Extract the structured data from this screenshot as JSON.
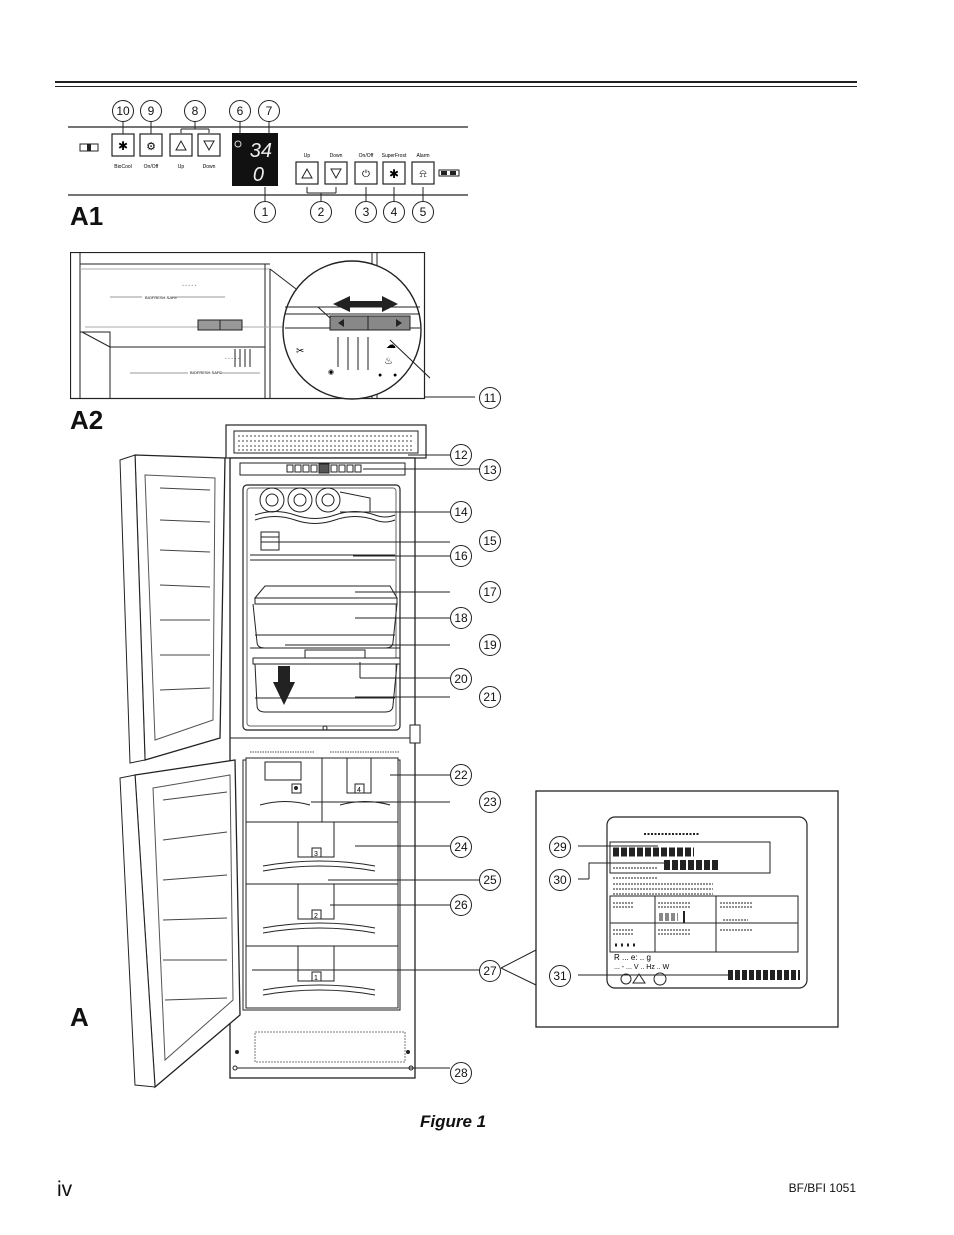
{
  "panel_labels": {
    "a1": "A1",
    "a2": "A2",
    "a": "A"
  },
  "callouts": [
    "1",
    "2",
    "3",
    "4",
    "5",
    "6",
    "7",
    "8",
    "9",
    "10",
    "11",
    "12",
    "13",
    "14",
    "15",
    "16",
    "17",
    "18",
    "19",
    "20",
    "21",
    "22",
    "23",
    "24",
    "25",
    "26",
    "27",
    "28",
    "29",
    "30",
    "31"
  ],
  "control_panel": {
    "display_top": "34",
    "display_bottom": "0",
    "left_buttons": [
      "BioCool",
      "On/Off",
      "Up",
      "Down"
    ],
    "right_buttons": [
      "Up",
      "Down",
      "On/Off",
      "SuperFrost",
      "Alarm"
    ]
  },
  "a2_panel": {
    "caption_upper": "BIOFRESH SAFE",
    "caption_lower": "BIOFRESH SAFE"
  },
  "rating_plate": {
    "line_r": "R ... e:  .. g",
    "line_v": "... - ... V      .. Hz      .. W"
  },
  "figure_caption": "Figure 1",
  "page_number": "iv",
  "model": "BF/BFI 1051",
  "icons": [
    "star-icon",
    "gear-icon",
    "up-arrow-icon",
    "down-arrow-icon",
    "power-icon",
    "alarm-bell-icon",
    "snowflake-icon"
  ]
}
